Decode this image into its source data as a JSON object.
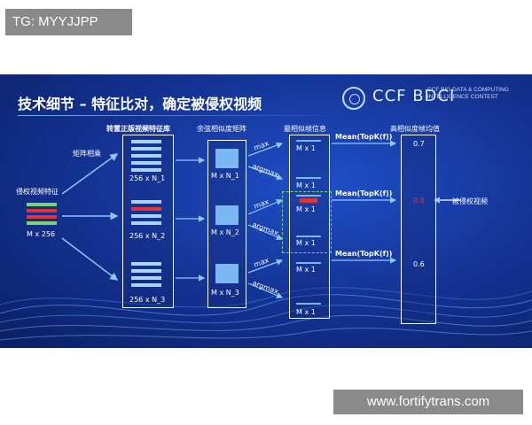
{
  "tag": "TG: MYYJJPP",
  "watermark": "www.fortifytrans.com",
  "slide": {
    "title": "技术细节 – 特征比对，确定被侵权视频",
    "logo_text": "CCF BDCI",
    "logo_sub_line1": "CCF BIG DATA & COMPUTING",
    "logo_sub_line2": "INTELLIGENCE CONTEST",
    "input_label": "侵权视频特征",
    "input_dim": "M x 256",
    "matmul_label": "矩阵相乘",
    "library_label": "转置正版视频特征库",
    "library_rows": [
      "256 x N_1",
      "256 x N_2",
      "256 x N_3"
    ],
    "cosine_label": "余弦相似度矩阵",
    "cosine_rows": [
      "M x N_1",
      "M x N_2",
      "M x N_3"
    ],
    "max_label": "max",
    "argmax_label": "argmax",
    "frame_info_label": "最相似帧信息",
    "frame_dim": "M x 1",
    "mean_label": "Mean(TopK(f))",
    "score_header": "高相似度帧均值",
    "scores": [
      "0.7",
      "0.8",
      "0.6"
    ],
    "infringed_label": "被侵权视频",
    "colors": {
      "accent_green": "#7bd36b",
      "accent_red": "#e0343a",
      "bar_blue": "#a9d4ff",
      "bg_blue": "#13318f"
    }
  }
}
